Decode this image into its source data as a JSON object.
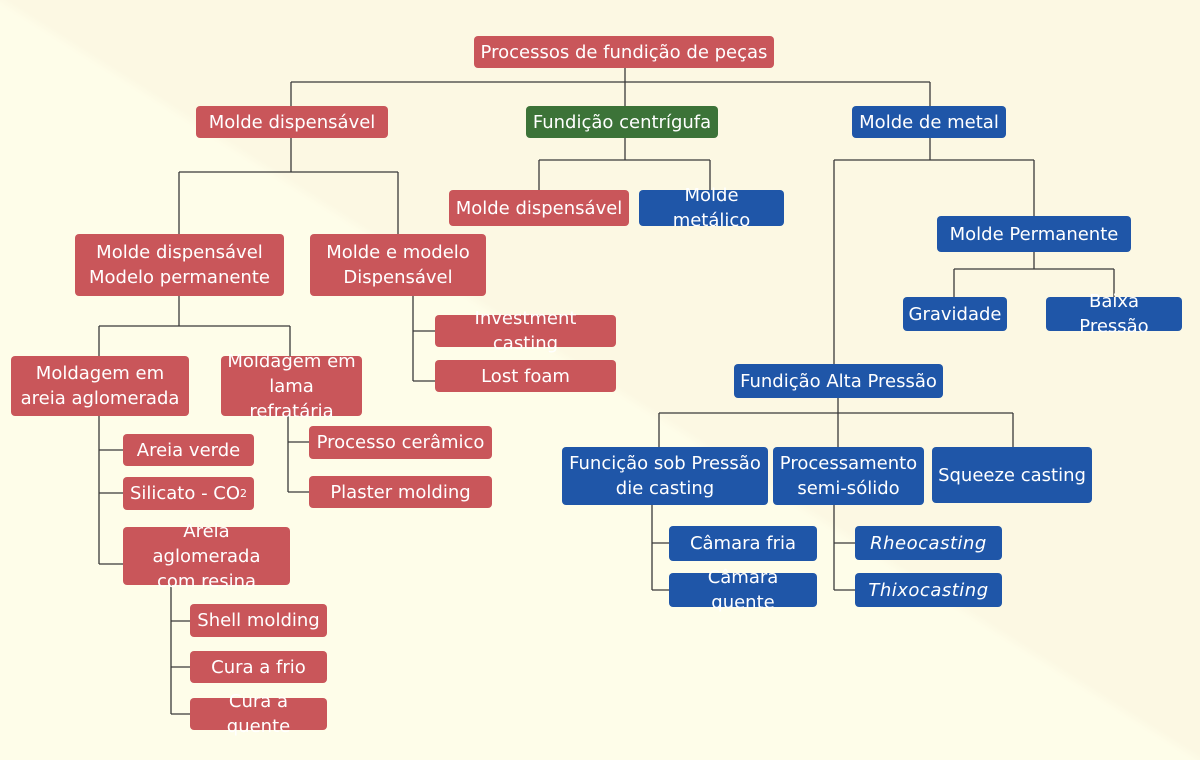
{
  "colors": {
    "expendable": "#c9565a",
    "metal": "#1f56a8",
    "centrifugal": "#3c7338",
    "line": "#3a3a3a"
  },
  "root": "Processos de fundição de peças",
  "expendable": {
    "title": "Molde dispensável",
    "permanent_pattern": "Molde dispensável\nModelo permanente",
    "expendable_pattern": "Molde e modelo\nDispensável",
    "investment": "Investment casting",
    "lost_foam": "Lost foam",
    "bonded_sand": "Moldagem em\nareia aglomerada",
    "refractory_slurry": "Moldagem em\nlama refratária",
    "green_sand": "Areia verde",
    "silicate_prefix": "Silicato - CO",
    "silicate_subscript": "2",
    "resin_sand": "Areia aglomerada\ncom resina",
    "shell": "Shell molding",
    "cold_cure": "Cura a frio",
    "hot_cure": "Cura a quente",
    "ceramic": "Processo cerâmico",
    "plaster": "Plaster molding"
  },
  "centrifugal": {
    "title": "Fundição centrígufa",
    "expendable": "Molde dispensável",
    "metallic": "Molde metálico"
  },
  "metal": {
    "title": "Molde de metal",
    "permanent": "Molde Permanente",
    "gravity": "Gravidade",
    "low_pressure": "Baixa Pressão",
    "high_pressure": "Fundição Alta Pressão",
    "die_casting": "Funcição sob Pressão\ndie casting",
    "cold_chamber": "Câmara fria",
    "hot_chamber": "Câmara quente",
    "semisolid": "Processamento\nsemi-sólido",
    "rheocasting": "Rheocasting",
    "thixocasting": "Thixocasting",
    "squeeze": "Squeeze casting"
  }
}
